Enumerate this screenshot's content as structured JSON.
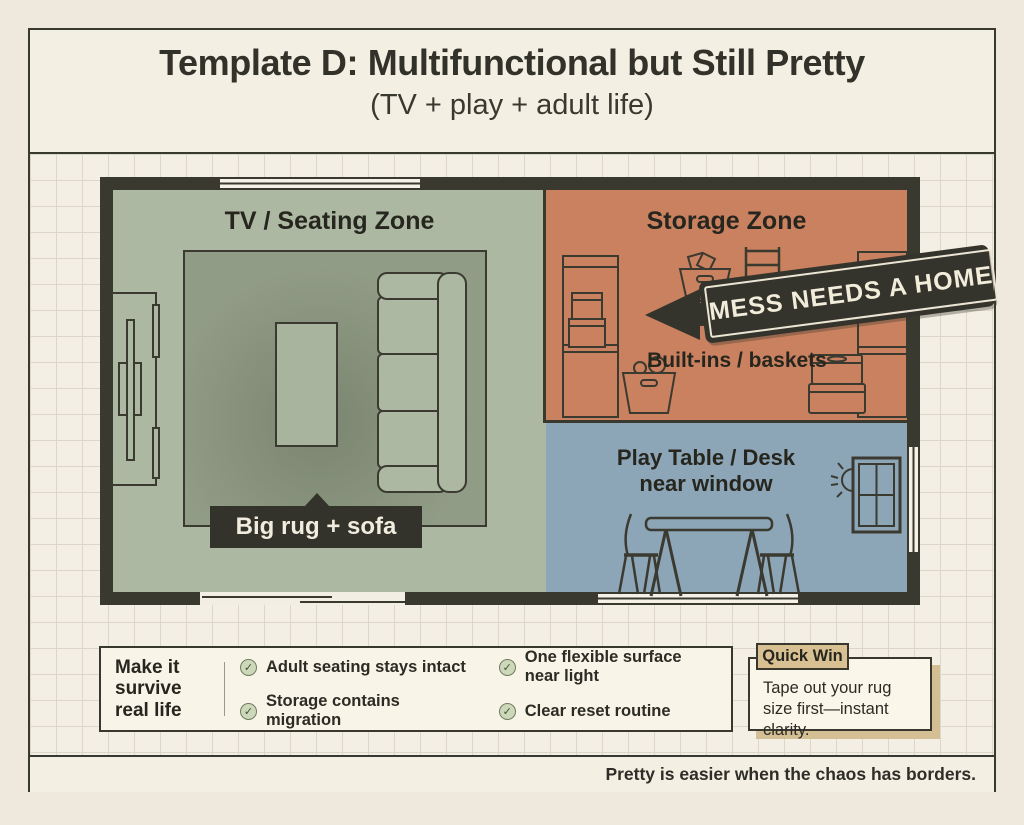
{
  "title": {
    "main": "Template D: Multifunctional but Still Pretty",
    "sub": "(TV + play + adult life)"
  },
  "floor_plan": {
    "zones": {
      "tv_seating": {
        "label": "TV / Seating Zone",
        "color": "#adb8a2"
      },
      "storage": {
        "label": "Storage Zone",
        "sub_label": "Built-ins / baskets",
        "color": "#c9815f"
      },
      "play": {
        "label": "Play Table / Desk near window",
        "color": "#8da6b7"
      }
    },
    "rug_callout": "Big rug + sofa",
    "stamp": "MESS NEEDS A HOME"
  },
  "checklist": {
    "heading": "Make it survive real life",
    "items": [
      "Adult seating stays intact",
      "Storage contains migration",
      "One flexible surface near light",
      "Clear reset routine"
    ]
  },
  "quick_win": {
    "tab": "Quick Win",
    "body": "Tape out your rug size first—instant clarity."
  },
  "footer": "Pretty is easier when the chaos has borders.",
  "colors": {
    "wall": "#3a392f",
    "paper": "#f4efe4",
    "label_bg": "#33322b",
    "accent_tan": "#d9c093",
    "check_green": "#ccd8b9"
  }
}
